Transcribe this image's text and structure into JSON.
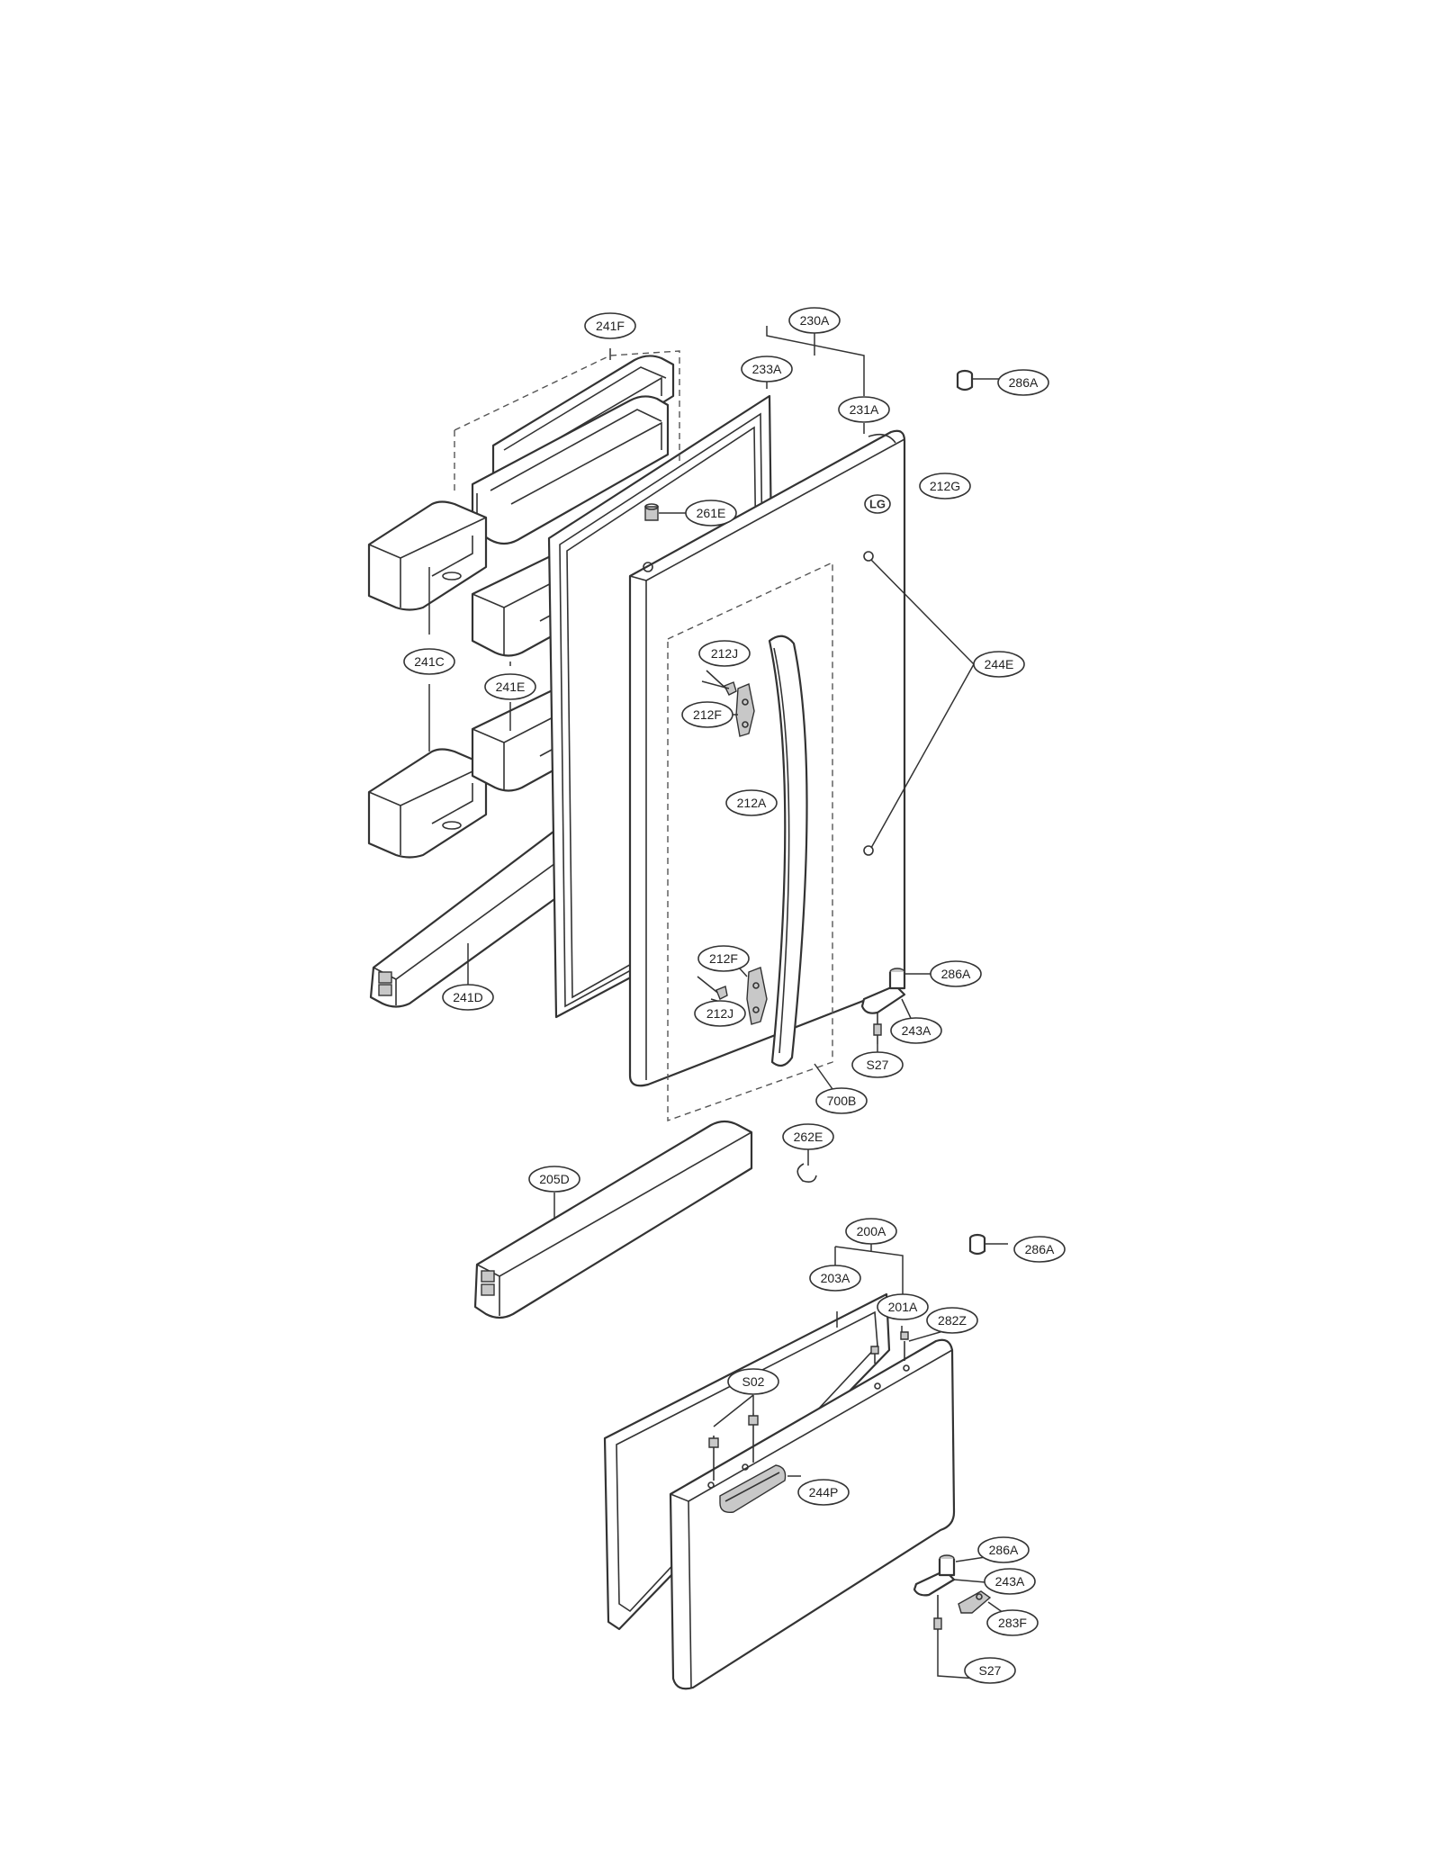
{
  "logo": {
    "text": "LG"
  },
  "callouts": [
    {
      "id": "c241F",
      "label": "241F"
    },
    {
      "id": "c230A",
      "label": "230A"
    },
    {
      "id": "c233A",
      "label": "233A"
    },
    {
      "id": "c231A",
      "label": "231A"
    },
    {
      "id": "c286A_1",
      "label": "286A"
    },
    {
      "id": "c212G",
      "label": "212G"
    },
    {
      "id": "c261E",
      "label": "261E"
    },
    {
      "id": "c241C",
      "label": "241C"
    },
    {
      "id": "c241E",
      "label": "241E"
    },
    {
      "id": "c212J_1",
      "label": "212J"
    },
    {
      "id": "c212F_1",
      "label": "212F"
    },
    {
      "id": "c244E",
      "label": "244E"
    },
    {
      "id": "c212A",
      "label": "212A"
    },
    {
      "id": "c212F_2",
      "label": "212F"
    },
    {
      "id": "c212J_2",
      "label": "212J"
    },
    {
      "id": "c241D",
      "label": "241D"
    },
    {
      "id": "c286A_2",
      "label": "286A"
    },
    {
      "id": "c243A_1",
      "label": "243A"
    },
    {
      "id": "cS27_1",
      "label": "S27"
    },
    {
      "id": "c700B",
      "label": "700B"
    },
    {
      "id": "c262E",
      "label": "262E"
    },
    {
      "id": "c205D",
      "label": "205D"
    },
    {
      "id": "c200A",
      "label": "200A"
    },
    {
      "id": "c286A_3",
      "label": "286A"
    },
    {
      "id": "c203A",
      "label": "203A"
    },
    {
      "id": "c201A",
      "label": "201A"
    },
    {
      "id": "c282Z",
      "label": "282Z"
    },
    {
      "id": "cS02",
      "label": "S02"
    },
    {
      "id": "c244P",
      "label": "244P"
    },
    {
      "id": "c286A_4",
      "label": "286A"
    },
    {
      "id": "c243A_2",
      "label": "243A"
    },
    {
      "id": "c283F",
      "label": "283F"
    },
    {
      "id": "cS27_2",
      "label": "S27"
    }
  ]
}
